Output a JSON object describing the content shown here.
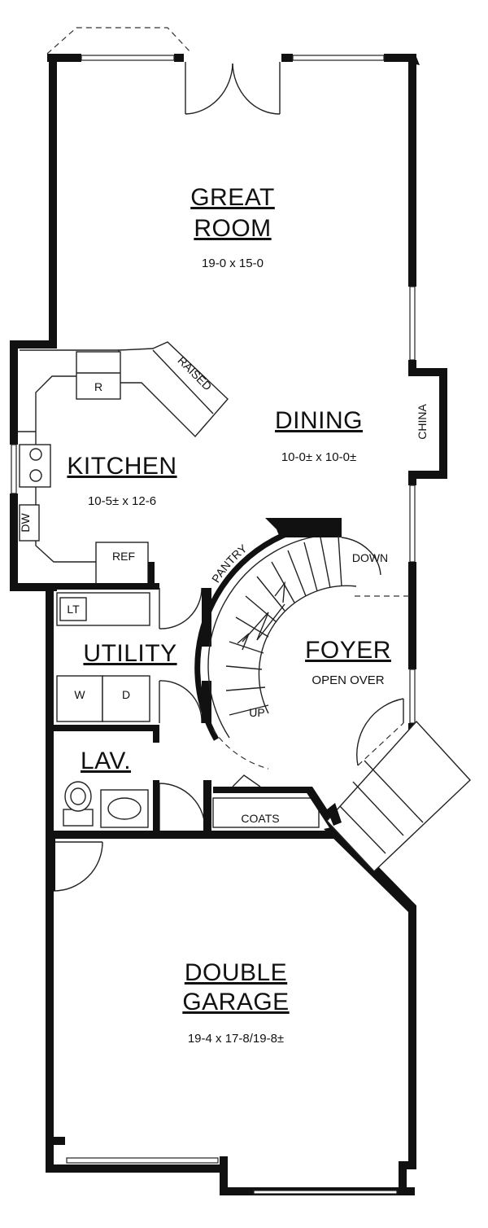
{
  "rooms": {
    "great_room": {
      "name_line1": "GREAT",
      "name_line2": "ROOM",
      "dims": "19-0  x 15-0"
    },
    "dining": {
      "name": "DINING",
      "dims": "10-0± x 10-0±"
    },
    "kitchen": {
      "name": "KITCHEN",
      "dims": "10-5± x 12-6"
    },
    "utility": {
      "name": "UTILITY"
    },
    "foyer": {
      "name": "FOYER",
      "note": "OPEN OVER"
    },
    "lav": {
      "name": "LAV."
    },
    "garage": {
      "name_line1": "DOUBLE",
      "name_line2": "GARAGE",
      "dims": "19-4 x 17-8/19-8±"
    }
  },
  "labels": {
    "china": "CHINA",
    "raised": "RAISED",
    "range": "R",
    "dishwasher": "DW",
    "refrigerator": "REF",
    "laundry_tub": "LT",
    "washer": "W",
    "dryer": "D",
    "pantry": "PANTRY",
    "stairs_down": "DOWN",
    "stairs_up": "UP",
    "coats": "COATS"
  }
}
